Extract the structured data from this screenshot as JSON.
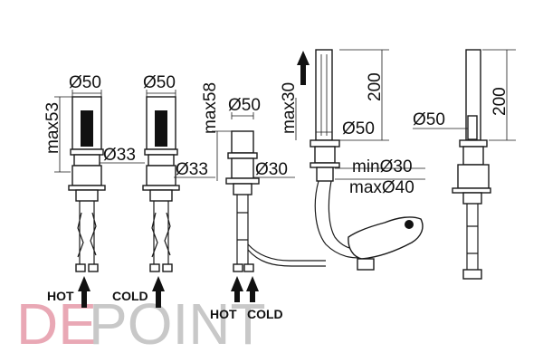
{
  "diagram": {
    "units": [
      {
        "diameter": "Ø50",
        "height": "max53",
        "base": "Ø33",
        "inlet": "HOT"
      },
      {
        "diameter": "Ø50",
        "base": "Ø33",
        "inlet": "COLD"
      },
      {
        "diameter": "Ø50",
        "height": "max58",
        "base": "Ø30"
      },
      {
        "diameter": "Ø50",
        "height": "max30",
        "shower_height": "200",
        "hole_min": "minØ30",
        "hole_max": "maxØ40"
      },
      {
        "diameter": "Ø50",
        "shower_height": "200"
      }
    ],
    "mixer_inlets": {
      "hot": "HOT",
      "cold": "COLD"
    },
    "logo": {
      "left": "DE",
      "right": "POINT",
      "left_color": "#e9a8b5",
      "right_color": "#c8c8c8"
    }
  }
}
